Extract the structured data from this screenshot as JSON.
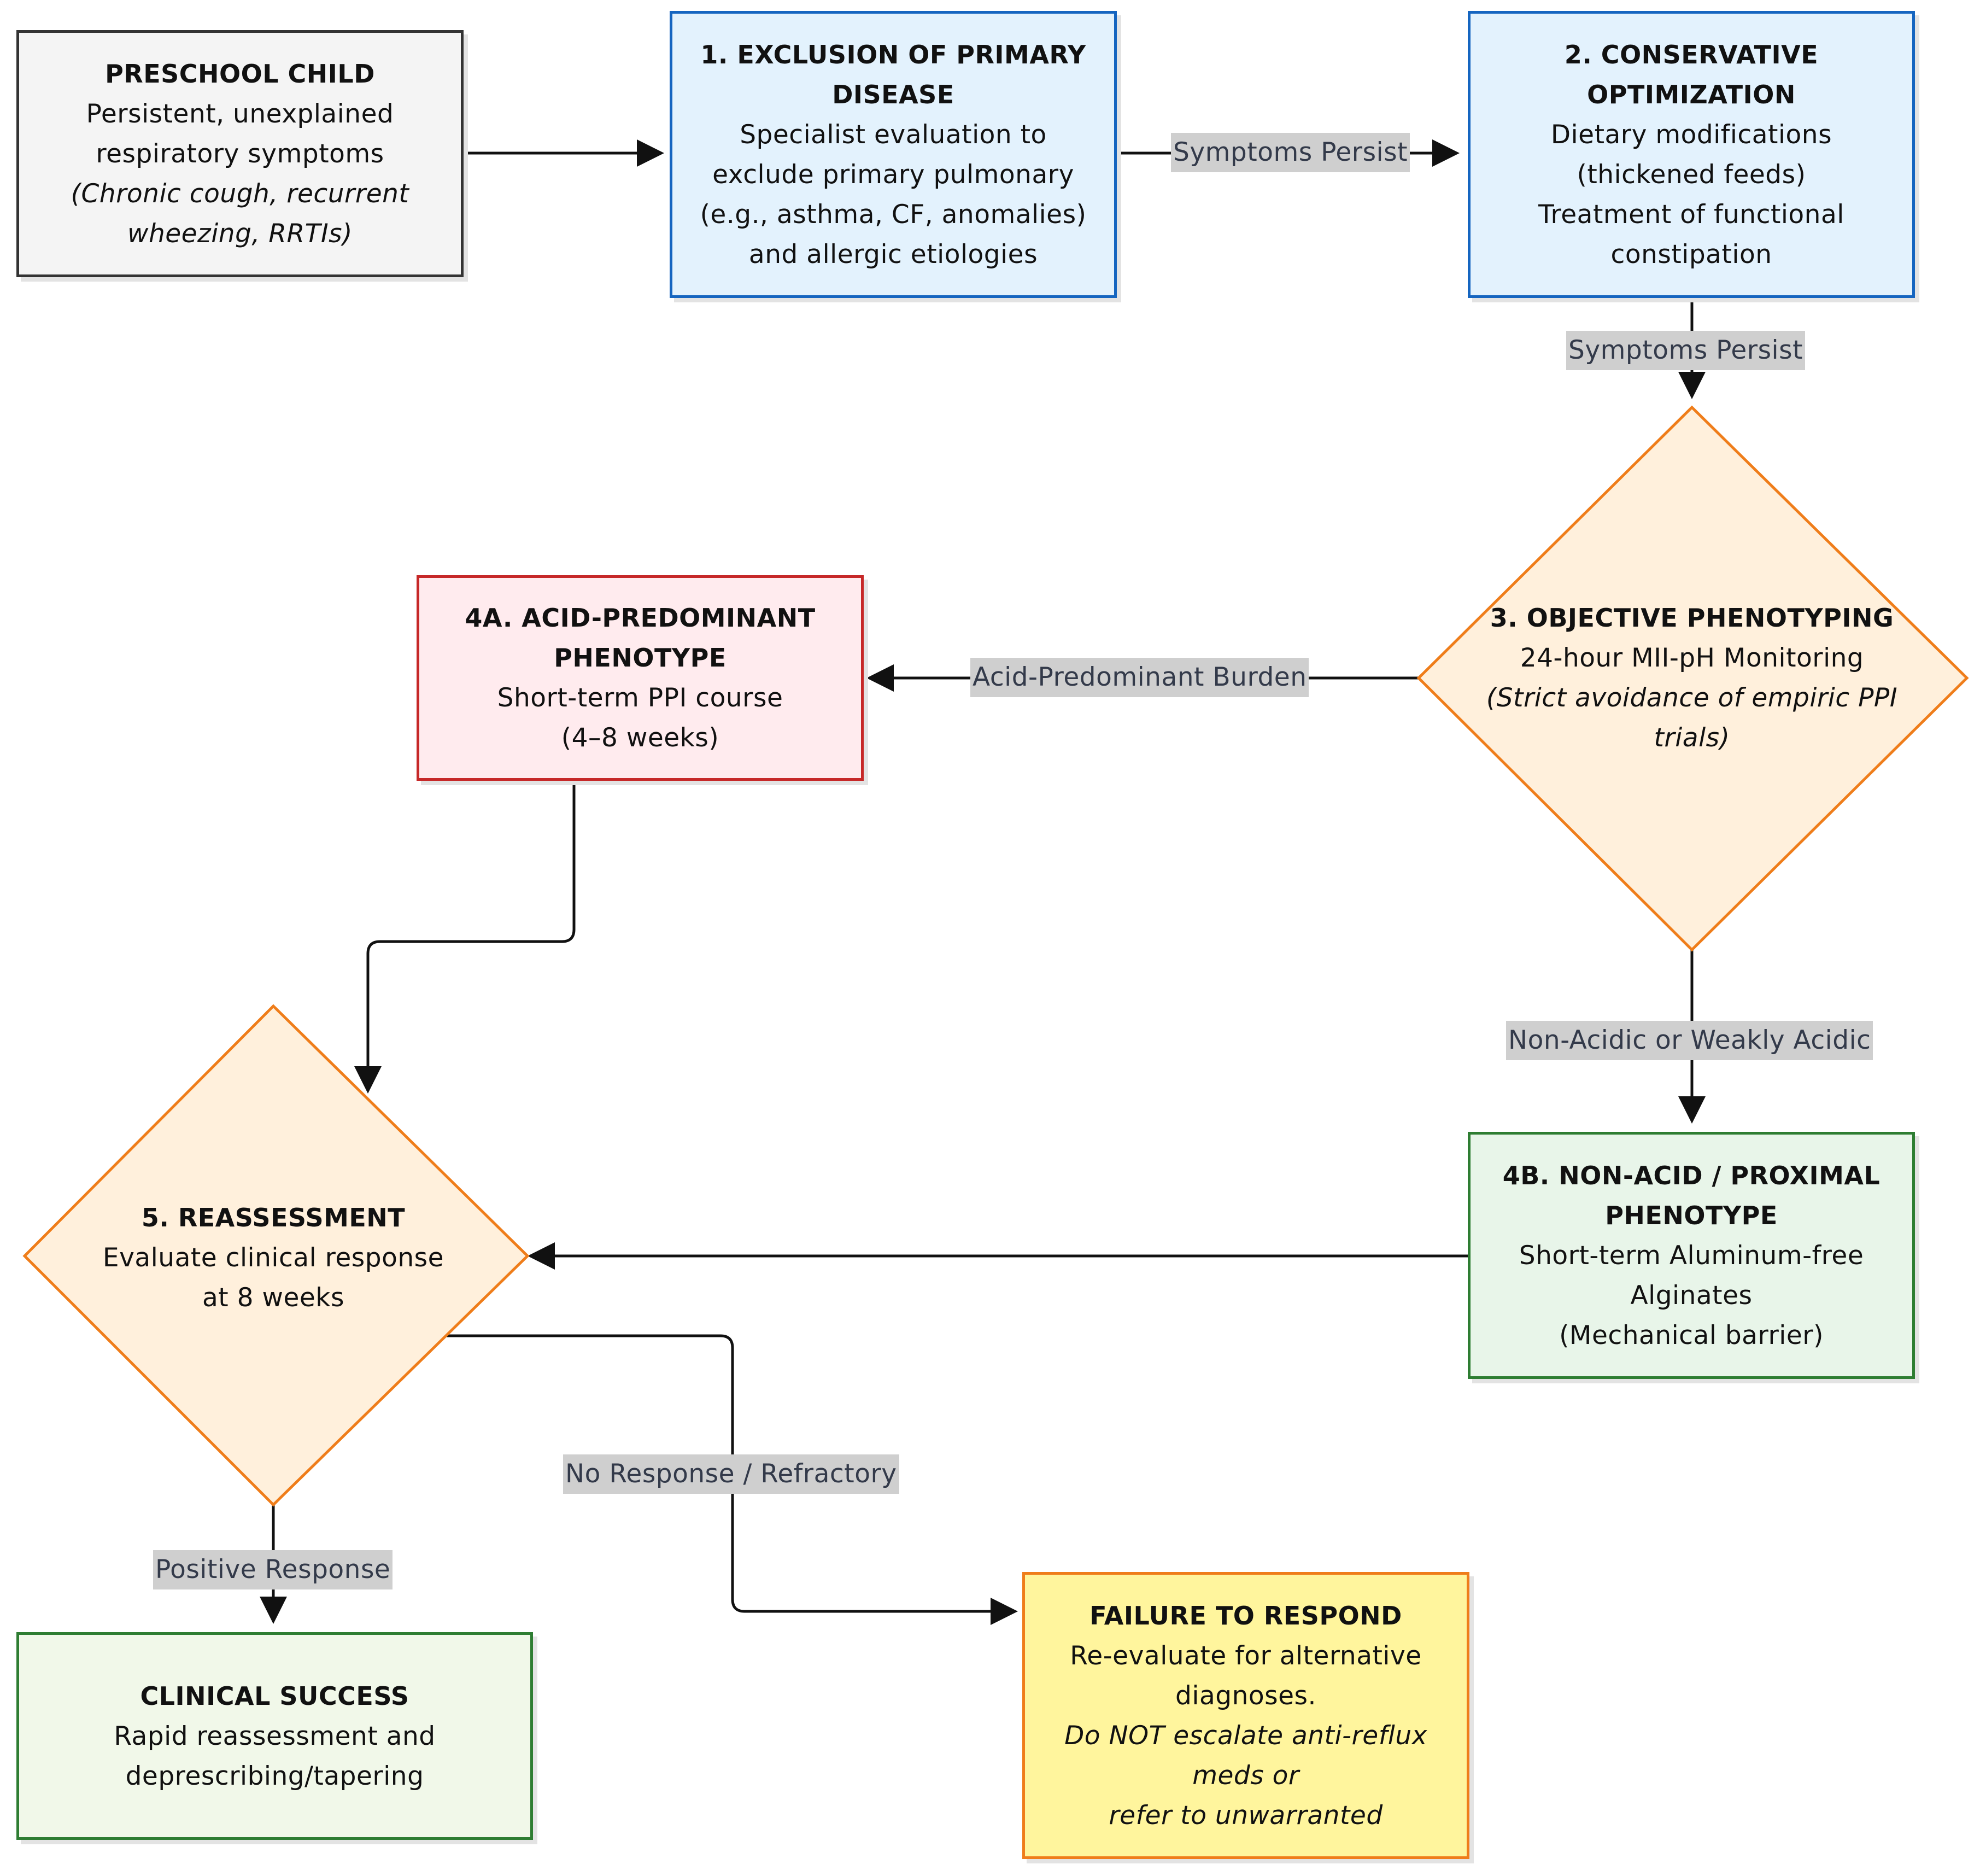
{
  "nodes": {
    "start": {
      "title": "PRESCHOOL CHILD",
      "lines": [
        "Persistent, unexplained",
        "respiratory symptoms"
      ],
      "italic_lines": [
        "(Chronic cough, recurrent",
        "wheezing, RRTIs)"
      ],
      "fill": "#f4f4f4",
      "stroke": "#333333"
    },
    "step1": {
      "title_lines": [
        "1. EXCLUSION OF PRIMARY",
        "DISEASE"
      ],
      "lines": [
        "Specialist evaluation to",
        "exclude primary pulmonary",
        "(e.g., asthma, CF, anomalies)",
        "and allergic etiologies"
      ],
      "fill": "#e3f2fd",
      "stroke": "#1565c0"
    },
    "step2": {
      "title_lines": [
        "2. CONSERVATIVE",
        "OPTIMIZATION"
      ],
      "lines": [
        "Dietary modifications",
        "(thickened feeds)",
        "Treatment of functional",
        "constipation"
      ],
      "fill": "#e3f2fd",
      "stroke": "#1565c0"
    },
    "step3": {
      "title": "3. OBJECTIVE PHENOTYPING",
      "lines": [
        "24-hour MII-pH Monitoring"
      ],
      "italic_lines": [
        "(Strict avoidance of empiric PPI",
        "trials)"
      ],
      "fill": "#fff0dc",
      "stroke": "#ef7d1a"
    },
    "step4a": {
      "title_lines": [
        "4A. ACID-PREDOMINANT",
        "PHENOTYPE"
      ],
      "lines": [
        "Short-term PPI course",
        "(4–8 weeks)"
      ],
      "fill": "#ffebee",
      "stroke": "#c62828"
    },
    "step4b": {
      "title_lines": [
        "4B. NON-ACID / PROXIMAL",
        "PHENOTYPE"
      ],
      "lines": [
        "Short-term Aluminum-free",
        "Alginates",
        "(Mechanical barrier)"
      ],
      "fill": "#e8f5e9",
      "stroke": "#2e7d32"
    },
    "step5": {
      "title": "5. REASSESSMENT",
      "lines": [
        "Evaluate clinical response",
        "at 8 weeks"
      ],
      "fill": "#fff0dc",
      "stroke": "#ef7d1a"
    },
    "success": {
      "title": "CLINICAL SUCCESS",
      "lines": [
        "Rapid reassessment and",
        "deprescribing/tapering"
      ],
      "fill": "#f1f8e9",
      "stroke": "#2e7d32"
    },
    "failure": {
      "title": "FAILURE TO RESPOND",
      "lines": [
        "Re-evaluate for alternative",
        "diagnoses."
      ],
      "italic_lines": [
        "Do NOT escalate anti-reflux",
        "meds or",
        "refer to unwarranted"
      ],
      "fill": "#fff59d",
      "stroke": "#ef7d1a"
    }
  },
  "edges": {
    "e1": "",
    "e2": "Symptoms Persist",
    "e3": "Symptoms Persist",
    "e4": "Acid-Predominant Burden",
    "e5": "Non-Acidic or Weakly Acidic",
    "e6": "",
    "e7": "",
    "e8": "Positive Response",
    "e9": "No Response / Refractory"
  }
}
